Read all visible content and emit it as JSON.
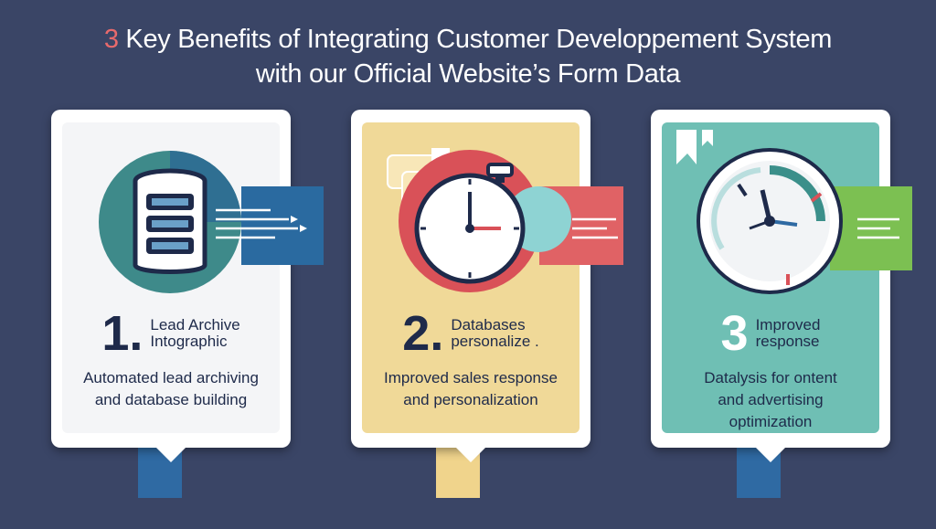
{
  "title": {
    "number": "3",
    "line1_rest": " Key Benefits of Integrating Customer Developpement System",
    "line2": "with our Official Website’s Form Data"
  },
  "cards": [
    {
      "number": "1.",
      "heading": "Lead Archive\nIntographic",
      "description": "Automated lead archiving\nand database  building",
      "icon": "database-icon",
      "panel_color": "#ffffff",
      "ribbon_color": "#2a6aa0",
      "stem_color": "#2f6aa3"
    },
    {
      "number": "2.",
      "heading": "Databases\npersonalize .",
      "description": "Improved sales response\nand personalization",
      "icon": "stopwatch-icon",
      "panel_color": "#f0d998",
      "ribbon_color": "#e06265",
      "stem_color": "#f0d48c"
    },
    {
      "number": "3",
      "heading": "Improved\nresponse",
      "description": "Datalysis for ontent\nand advertising\noptimization",
      "icon": "clock-icon",
      "panel_color": "#6fbfb4",
      "ribbon_color": "#7cc052",
      "stem_color": "#2f6aa3"
    }
  ]
}
